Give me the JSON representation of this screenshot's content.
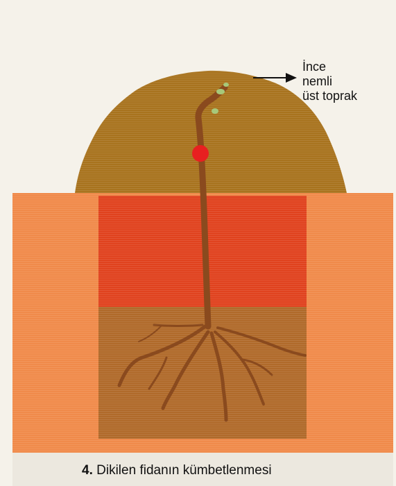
{
  "annotation": {
    "lines": [
      "İnce",
      "nemli",
      "üst toprak"
    ]
  },
  "caption": {
    "number": "4.",
    "text": "Dikilen fidanın kümbetlenmesi"
  },
  "colors": {
    "background": "#f5f2ea",
    "mound_soil": "#a8731e",
    "ground_soil": "#f08a4a",
    "planting_hole_upper": "#e0421e",
    "planting_hole_lower": "#b06a2a",
    "stem": "#8a4a1e",
    "bud": "#e82020",
    "leaves": "#a7c87a"
  }
}
